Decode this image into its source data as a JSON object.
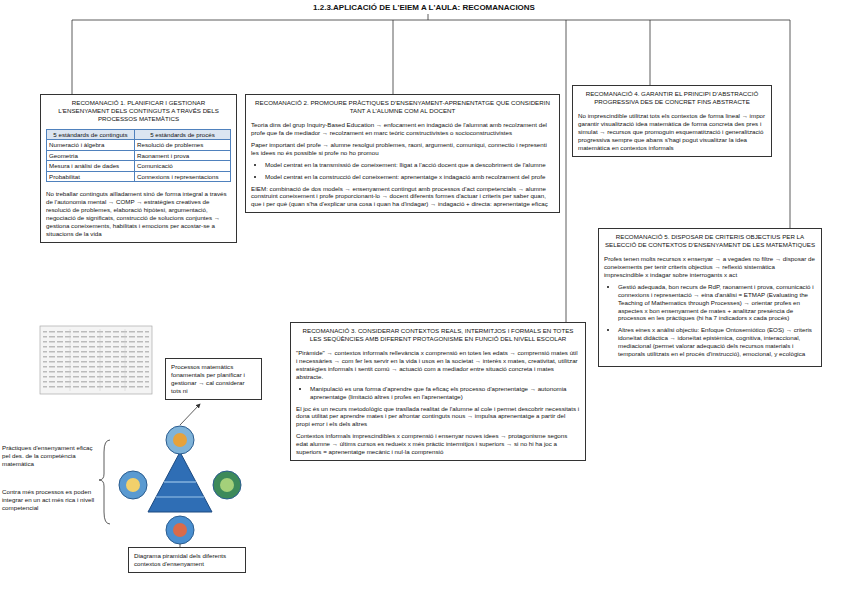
{
  "diagram": {
    "title": "1.2.3.APLICACIÓ DE L'EIEM A L'AULA: RECOMANACIONS",
    "nodes": [
      {
        "text": [
          "RECOMANACIÓ 1. PLANIFICAR I GESTIONAR L'ENSENYAMENT DELS CONTINGUTS A TRAVÉS DELS PROCESSOS MATEMÀTICS",
          "5 estàndards de continguts",
          "5 estàndards de procés",
          "Numeració i àlgebra",
          "Geometria",
          "Mesura i anàlisi de dades",
          "Probabilitat",
          "Resolució de problemes",
          "Raonament i prova",
          "Comunicació",
          "Connexions i representacions",
          "No treballar continguts aïlladament sinó de forma integral a través de l'autonomia mental → COMP → estratègies creatives de resolució de problemes, elaboració hipòtesi, argumentació, negociació de significats, construcció de solucions conjuntes → gestiona coneixements, habilitats i emocions per acostar-se a situacions de la vida"
        ]
      },
      {
        "text": [
          "RECOMANACIÓ 2. PROMOURE PRÀCTIQUES D'ENSENYAMENT-APRENENTATGE QUE CONSIDERIN TANT A L'ALUMNE COM AL DOCENT",
          "Teoria dins del grup Inquiry-Based Education → enfocament en indagació de l'alumnat amb recolzament del profe que fa de mediador → recolzament en marc teòric constructivistes o socioconstructivistes",
          "Paper important del profe → alumne resolgui problemes, raoni, argumenti, comuniqui, connectio i representi les idees no és possible si profe no ho promou",
          "Model centrat en la transmissió de coneixement: lligat a l'acció docent que a descobriment de l'alumne",
          "Model centrat en la construcció del coneixement: aprenentatge x indagació amb recolzament del profe",
          "EIEM: combinació de dos models → ensenyament contingut amb processos d'act competencials → alumne construint coneixement i profe proporcionant-lo → docent diferents formes d'actuar i criteris per saber quan, que i per què (quan s'ha d'explicar una cosa i quan ha d'indagar) → indagació + directa: aprenentatge eficaç"
        ]
      },
      {
        "text": [
          "RECOMANACIÓ 4. GARANTIR EL PRINCIPI D'ABSTRACCIÓ PROGRESSIVA DES DE CONCRET FINS ABSTRACTE",
          "No imprescindible utilitzat tots els contextos de forma lineal → impor garantir visualització idea matemàtica de forma concreta des pres i simulat → recursos que promoguin esquematització i generalització progressiva sempre que abans s'hagi pogut visualitzar la idea matemàtica en contextos informals"
        ]
      },
      {
        "text": [
          "RECOMANACIÓ 5. DISPOSAR DE CRITERIS OBJECTIUS PER LA SELECCIÓ DE CONTEXTOS D'ENSENYAMENT DE LES MATEMÀTIQUES",
          "Profes tenen molts recursos x ensenyar → a vegades no filtre → disposar de coneixements per tenir criteris objectius → reflexió sistemàtica imprescindible x indagar sobre interrogants x act",
          "Gestió adequada, bon recurs de RdP, raonament i prova, comunicació i connexions i representació → eina d'anàlisi = ETMAP (Evaluating the Teaching of Mathematics through Processes) → orientar profes en aspectes x bon ensenyament de mates + analitzar presència de processos en les pràctiques (hi ha 7 indicadors x cada procés)",
          "Altres eines x anàlisi objectiu: Enfoque Ontosemiótico (EOS) → criteris idoneïtat didàctica → idoneïtat epistèmica, cognitiva, interaccional, mediacional (permet valorar adequació dels recursos materials i temporals utilitzats en el procés d'instrucció), emocional, y ecològica"
        ]
      },
      {
        "text": [
          "RECOMANACIÓ 3. CONSIDERAR CONTEXTOS REALS, INTERMITJOS I FORMALS EN TOTES LES SEQÜÈNCIES AMB DIFERENT PROTAGONISME EN FUNCIÓ DEL NIVELL ESCOLAR",
          "\"Piràmide\" → contextos informals rellevància x comprensió en totes les edats → comprensió mates útil i necessàries → com fer les servir en la vida i usos en la societat → interès x mates, creativitat, utilitzar estratègies informals i sentit comú → actuació com a mediador entre situació concreta i mates abstracte.",
          "Manipulació es una forma d'aprendre que fa eficaç els processo d'aprenentatge → autonomia aprenentatge (limitació altres i profes en l'aprenentatge)",
          "El joc és un recurs metodològic que trasllada realitat de l'alumne al cole i permet descobrir necessitats i dona utilitat per aprendre mates i per afrontar continguts nous → impulsa aprenentatge a partir del propi error i els dels altres",
          "Contextos informals imprescindibles x comprensió i ensenyar noves idees → protagonisme segons edat alumne → últims cursos es redueix x més pràctic intermitjos i superiors → si no hi ha joc a superiors = aprenentatge mecànic i nul·la comprensió"
        ]
      },
      {
        "text": [
          "Processos matemàtics fonamentals per planificar i gestionar → cal considerar tots ni"
        ]
      },
      {
        "text": [
          "Diagrama piramidal dels diferents contextos d'ensenyament"
        ]
      }
    ],
    "labels": [
      "Pràctiques d'ensenyament eficaç pel des. de la competència matemàtica",
      "Contra més processos es poden integrar en un act més rica i nivell competencial"
    ]
  }
}
